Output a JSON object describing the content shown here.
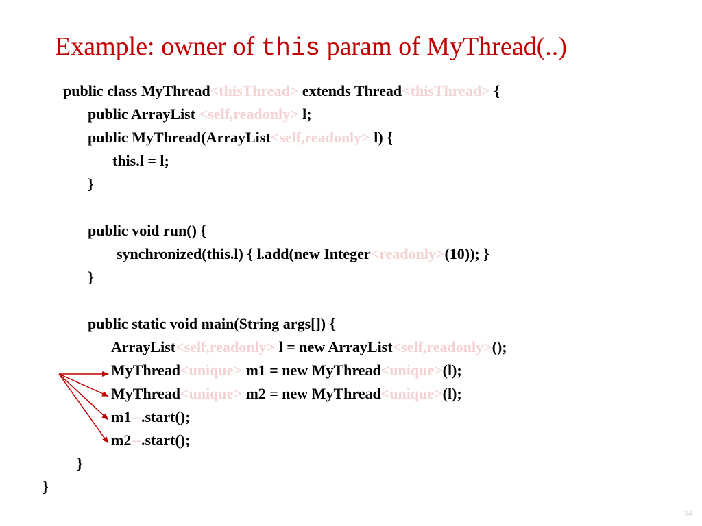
{
  "title": {
    "before": "Example: owner of ",
    "mono": "this",
    "after": " param of MyThread(..)"
  },
  "code": {
    "l1": {
      "a": "public class MyThread",
      "b": "<thisThread>",
      "c": " extends Thread",
      "d": "<thisThread>",
      "e": " {"
    },
    "l2": {
      "a": "public ArrayList ",
      "b": "<self,readonly>",
      "c": " l;"
    },
    "l3": {
      "a": "public MyThread(ArrayList",
      "b": "<self,readonly>",
      "c": " l) {"
    },
    "l4": {
      "a": "this.l = l;"
    },
    "l5": {
      "a": "}"
    },
    "l6": {
      "a": "public void run() {"
    },
    "l7": {
      "a": "synchronized(this.l) { l.add(new Integer",
      "b": "<readonly>",
      "c": "(10)); }"
    },
    "l8": {
      "a": "}"
    },
    "l9": {
      "a": "public static void main(String args[]) {"
    },
    "l10": {
      "a": "ArrayList",
      "b": "<self,readonly>",
      "c": " l = new ArrayList",
      "d": "<self,readonly>",
      "e": "();"
    },
    "l11": {
      "a": "MyThread",
      "b": "<unique>",
      "c": " m1 = new MyThread",
      "d": "<unique>",
      "e": "(l);"
    },
    "l12": {
      "a": "MyThread",
      "b": "<unique>",
      "c": " m2 = new MyThread",
      "d": "<unique>",
      "e": "(l);"
    },
    "l13": {
      "a": "m1",
      "b": "--",
      "c": ".start();"
    },
    "l14": {
      "a": "m2",
      "b": "--",
      "c": ".start();"
    },
    "l15": {
      "a": "}"
    },
    "l16": {
      "a": "}"
    }
  },
  "colors": {
    "title": "#c00000",
    "annotation": "#f4d2d2",
    "arrow": "#c00000",
    "code": "#000000"
  },
  "page_number": "34"
}
